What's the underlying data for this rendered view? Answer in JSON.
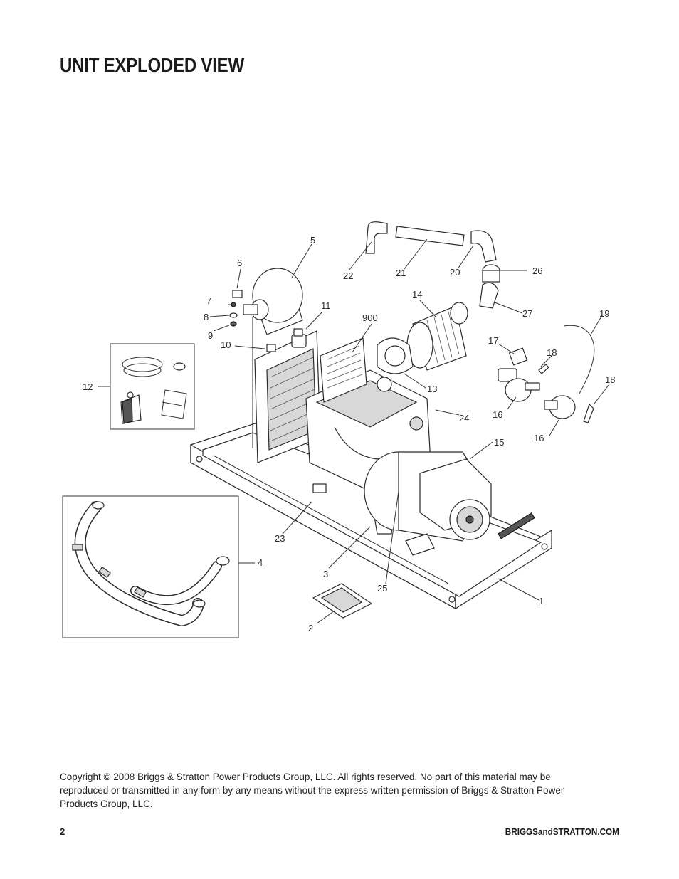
{
  "page": {
    "title": "UNIT EXPLODED VIEW",
    "copyright": "Copyright © 2008 Briggs & Stratton Power Products Group, LLC.  All rights reserved.  No part of this material may be reproduced or transmitted in any form by any means without the express written permission of Briggs & Stratton Power Products Group, LLC.",
    "page_number": "2",
    "website": "BRIGGSandSTRATTON.COM"
  },
  "callouts": {
    "c1": "1",
    "c2": "2",
    "c3": "3",
    "c4": "4",
    "c5": "5",
    "c6": "6",
    "c7": "7",
    "c8": "8",
    "c9": "9",
    "c10": "10",
    "c11": "11",
    "c12": "12",
    "c13": "13",
    "c14": "14",
    "c15": "15",
    "c16a": "16",
    "c16b": "16",
    "c17": "17",
    "c18a": "18",
    "c18b": "18",
    "c19": "19",
    "c20": "20",
    "c21": "21",
    "c22": "22",
    "c23": "23",
    "c24": "24",
    "c25": "25",
    "c26": "26",
    "c27": "27",
    "c900": "900"
  }
}
